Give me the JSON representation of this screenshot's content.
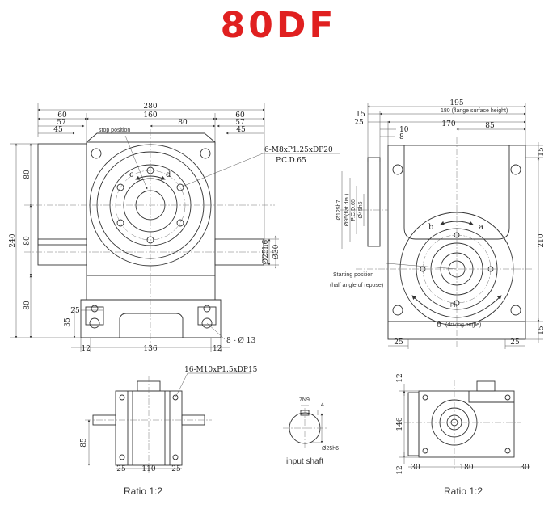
{
  "title": "80DF",
  "front_view": {
    "dims_top": [
      "280",
      "60",
      "160",
      "80",
      "60",
      "57",
      "57",
      "45",
      "45"
    ],
    "dims_left": [
      "240",
      "80",
      "80",
      "80",
      "35"
    ],
    "dims_bottom": [
      "12",
      "136",
      "12",
      "25"
    ],
    "shaft_dims": [
      "Ø25h6",
      "Ø30"
    ],
    "stop_position": "stop position",
    "rotation_c": "c",
    "rotation_d": "d",
    "callout_tap": "6-M8xP1.25xDP20",
    "callout_pcd": "P.C.D.65",
    "callout_holes": "8 - Ø 13"
  },
  "side_view": {
    "dims_top": [
      "195",
      "180 (flange surface height)",
      "15",
      "25",
      "170",
      "10",
      "8",
      "85"
    ],
    "dims_right": [
      "15",
      "210",
      "15"
    ],
    "dims_left": [
      "Ø125h7",
      "Ø95(flat dia.)",
      "P.C.D.65",
      "Ø45h6"
    ],
    "dims_bottom": [
      "25",
      "25"
    ],
    "rotation_b": "b",
    "rotation_a": "a",
    "starting_position": "Starting position",
    "half_angle": "(half angle of repose)",
    "phi": "Phi",
    "theta": "θ",
    "driving_angle": "(driving angle)"
  },
  "bottom_left": {
    "callout_tap": "16-M10xP1.5xDP15",
    "dims": [
      "85",
      "25",
      "110",
      "25"
    ],
    "ratio": "Ratio 1:2"
  },
  "input_shaft": {
    "key": "7N9",
    "dim4": "4",
    "dia": "Ø25h6",
    "label": "input shaft"
  },
  "bottom_right": {
    "dims": [
      "12",
      "146",
      "12",
      "30",
      "180",
      "30"
    ],
    "ratio": "Ratio 1:2"
  }
}
